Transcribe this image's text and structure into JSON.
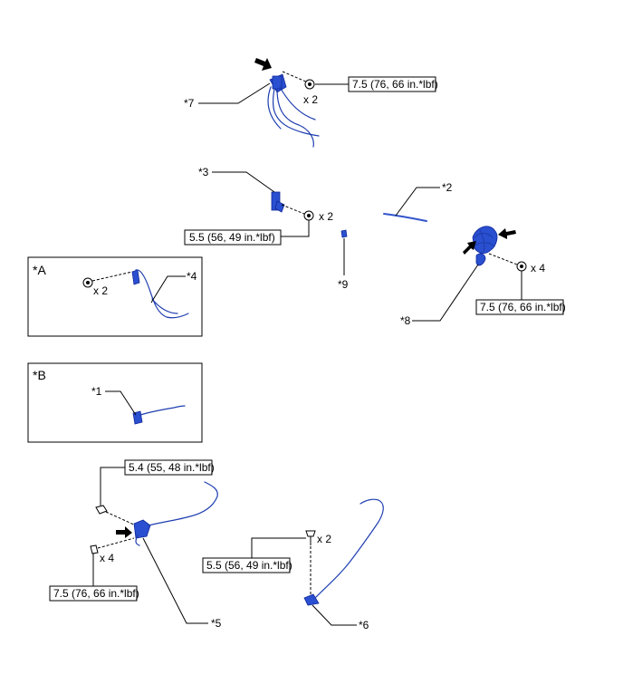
{
  "parts": {
    "p1": "*1",
    "p2": "*2",
    "p3": "*3",
    "p4": "*4",
    "p5": "*5",
    "p6": "*6",
    "p7": "*7",
    "p8": "*8",
    "p9": "*9"
  },
  "views": {
    "a": "*A",
    "b": "*B"
  },
  "torques": {
    "t7": "7.5 (76, 66 in.*lbf)",
    "t3": "5.5 (56, 49 in.*lbf)",
    "t8": "7.5 (76, 66 in.*lbf)",
    "t5a": "5.4 (55, 48 in.*lbf)",
    "t5b": "7.5 (76, 66 in.*lbf)",
    "t6": "5.5 (56, 49 in.*lbf)"
  },
  "qty": {
    "q7": "x 2",
    "q3": "x 2",
    "qA": "x 2",
    "q8": "x 4",
    "q5": "x 4",
    "q6": "x 2"
  },
  "colors": {
    "part": "#2a4fd0",
    "line": "#000000"
  }
}
